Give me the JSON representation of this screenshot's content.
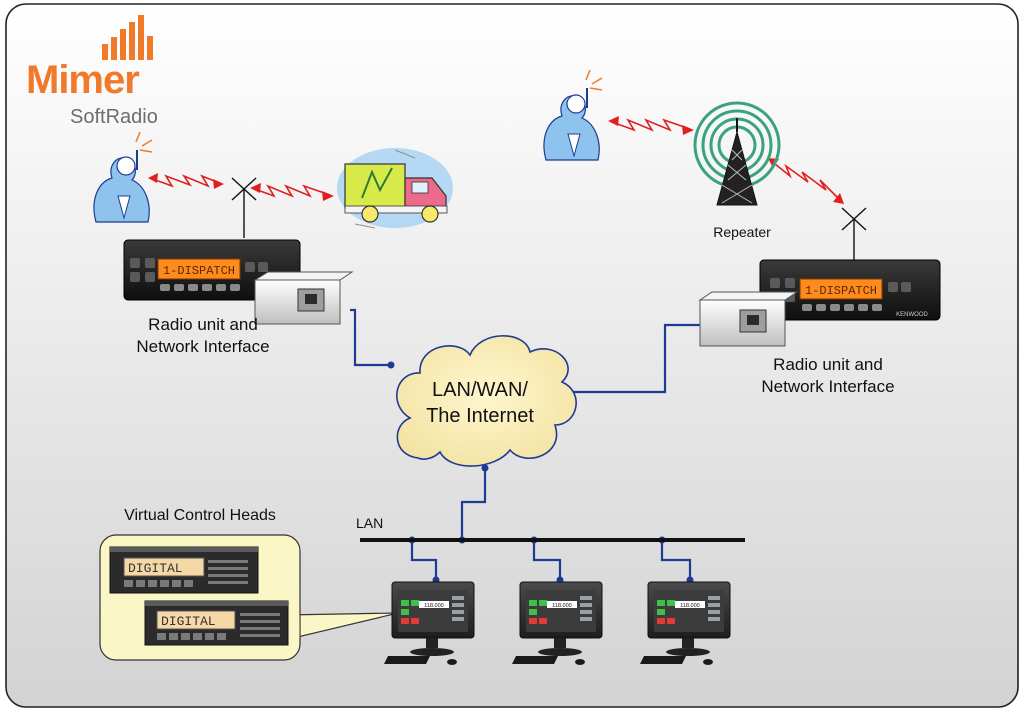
{
  "logo": {
    "brand": "Mimer",
    "sub": "SoftRadio"
  },
  "labels": {
    "radio_left_line1": "Radio unit and",
    "radio_left_line2": "Network Interface",
    "radio_right_line1": "Radio unit and",
    "radio_right_line2": "Network Interface",
    "repeater": "Repeater",
    "cloud_line1": "LAN/WAN/",
    "cloud_line2": "The Internet",
    "lan": "LAN",
    "virtual_heads": "Virtual Control Heads"
  },
  "radio_display": "1-DISPATCH",
  "radio_brand": "KENWOOD",
  "control_head_display": "DIGITAL",
  "monitor_readout": "118.000",
  "colors": {
    "link_blue": "#1f3a93",
    "rf_red": "#e02020",
    "logo_orange": "#f07a2a",
    "callout_yellow": "#fbf6c5"
  }
}
